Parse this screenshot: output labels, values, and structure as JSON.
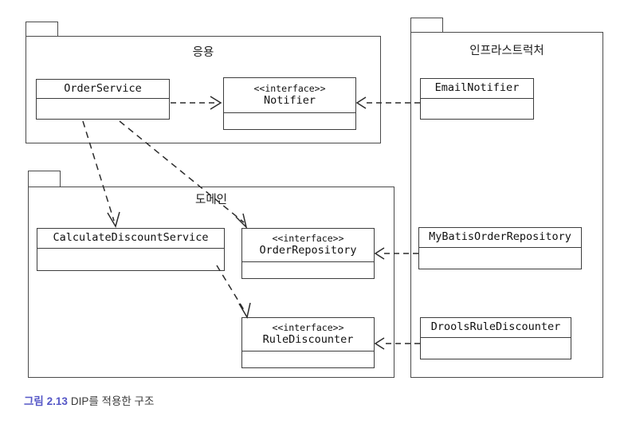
{
  "diagram": {
    "title": "DIP를 적용한 구조",
    "packages": [
      {
        "id": "application",
        "label": "응용"
      },
      {
        "id": "infrastructure",
        "label": "인프라스트럭처"
      },
      {
        "id": "domain",
        "label": "도메인"
      }
    ],
    "classes": [
      {
        "id": "order-service",
        "stereotype": "",
        "name": "OrderService",
        "package": "application"
      },
      {
        "id": "notifier",
        "stereotype": "<<interface>>",
        "name": "Notifier",
        "package": "application"
      },
      {
        "id": "email-notifier",
        "stereotype": "",
        "name": "EmailNotifier",
        "package": "infrastructure"
      },
      {
        "id": "mybatis-order-repository",
        "stereotype": "",
        "name": "MyBatisOrderRepository",
        "package": "infrastructure"
      },
      {
        "id": "drools-rule-discounter",
        "stereotype": "",
        "name": "DroolsRuleDiscounter",
        "package": "infrastructure"
      },
      {
        "id": "calculate-discount-service",
        "stereotype": "",
        "name": "CalculateDiscountService",
        "package": "domain"
      },
      {
        "id": "order-repository",
        "stereotype": "<<interface>>",
        "name": "OrderRepository",
        "package": "domain"
      },
      {
        "id": "rule-discounter",
        "stereotype": "<<interface>>",
        "name": "RuleDiscounter",
        "package": "domain"
      }
    ],
    "relations": [
      {
        "type": "dependency",
        "from": "OrderService",
        "to": "Notifier"
      },
      {
        "type": "dependency",
        "from": "OrderService",
        "to": "CalculateDiscountService"
      },
      {
        "type": "dependency",
        "from": "OrderService",
        "to": "OrderRepository"
      },
      {
        "type": "dependency",
        "from": "CalculateDiscountService",
        "to": "RuleDiscounter"
      },
      {
        "type": "realization",
        "from": "EmailNotifier",
        "to": "Notifier"
      },
      {
        "type": "realization",
        "from": "MyBatisOrderRepository",
        "to": "OrderRepository"
      },
      {
        "type": "realization",
        "from": "DroolsRuleDiscounter",
        "to": "RuleDiscounter"
      }
    ]
  },
  "caption": {
    "figure_number": "그림 2.13",
    "figure_text": "DIP를 적용한 구조"
  },
  "colors": {
    "figure_number": "#5557c7",
    "figure_text": "#3a3a3a",
    "stroke": "#3d3d3d",
    "package_stroke": "#4a4a4a",
    "background": "#ffffff"
  }
}
